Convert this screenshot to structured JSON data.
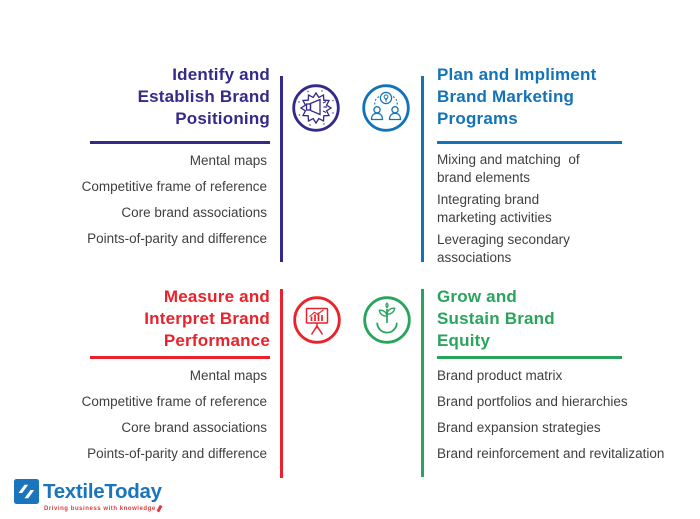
{
  "colors": {
    "identify_purple": "#332a8a",
    "plan_blue": "#1373b9",
    "measure_red": "#e9222b",
    "grow_green": "#2aa45c",
    "body_text": "#3f3f41",
    "logo_blue": "#1b75bc",
    "tagline_red": "#e0393e"
  },
  "quadrants": {
    "identify": {
      "title_lines": [
        "Identify and",
        "Establish Brand",
        "Positioning"
      ],
      "items": [
        "Mental maps",
        "Competitive frame of reference",
        "Core brand associations",
        "Points-of-parity and difference"
      ],
      "icon": "megaphone-burst-icon"
    },
    "plan": {
      "title_lines": [
        "Plan and Impliment",
        "Brand Marketing",
        "Programs"
      ],
      "items": [
        [
          "Mixing and matching  of",
          "brand elements"
        ],
        [
          "Integrating brand",
          "marketing activities"
        ],
        [
          "Leveraging secondary",
          "associations"
        ]
      ],
      "icon": "team-idea-icon"
    },
    "measure": {
      "title_lines": [
        "Measure and",
        "Interpret Brand",
        "Performance"
      ],
      "items": [
        "Mental maps",
        "Competitive frame of reference",
        "Core brand associations",
        "Points-of-parity and difference"
      ],
      "icon": "presentation-chart-icon"
    },
    "grow": {
      "title_lines": [
        "Grow and",
        "Sustain Brand",
        "Equity"
      ],
      "items": [
        "Brand product matrix",
        "Brand portfolios and hierarchies",
        "Brand expansion strategies",
        "Brand reinforcement and revitalization"
      ],
      "icon": "growth-plant-icon"
    }
  },
  "logo": {
    "name": "TextileToday",
    "tagline": "Driving business with knowledge"
  }
}
